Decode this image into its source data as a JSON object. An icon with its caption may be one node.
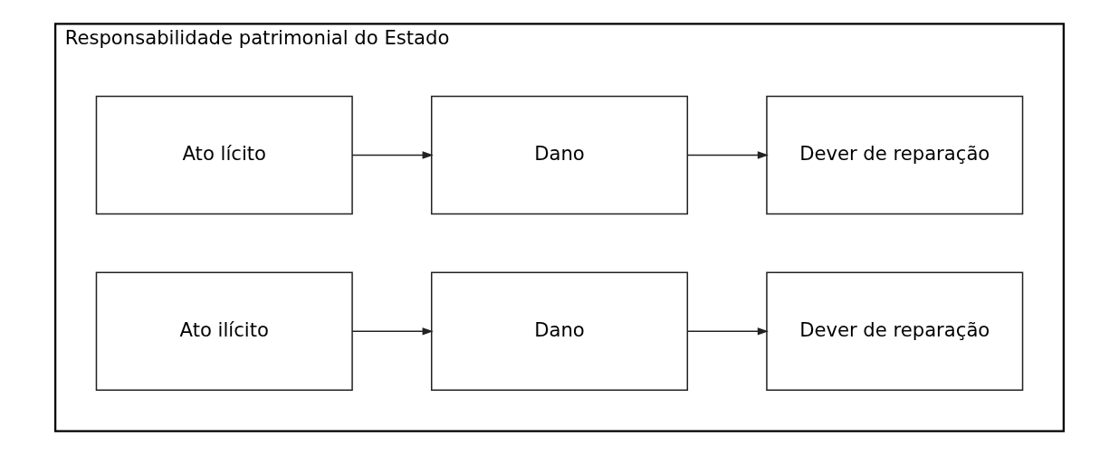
{
  "diagram": {
    "nodes": [
      {
        "text": [
          "Responsabilidade patrimonial do Estado"
        ]
      },
      {
        "text": [
          "Ato lícito"
        ],
        "in": 0
      },
      {
        "text": [
          "Dano"
        ],
        "in": 0
      },
      {
        "text": [
          "Dever de reparação"
        ],
        "in": 0
      },
      {
        "text": [
          "Ato ilícito"
        ],
        "in": 0
      },
      {
        "text": [
          "Dano"
        ],
        "in": 0
      },
      {
        "text": [
          "Dever de reparação"
        ],
        "in": 0
      }
    ],
    "edges": [
      {
        "from": 1,
        "to": 2,
        "arrow": "to"
      },
      {
        "from": 2,
        "to": 3,
        "arrow": "to"
      },
      {
        "from": 4,
        "to": 5,
        "arrow": "to"
      },
      {
        "from": 5,
        "to": 6,
        "arrow": "to"
      }
    ]
  }
}
